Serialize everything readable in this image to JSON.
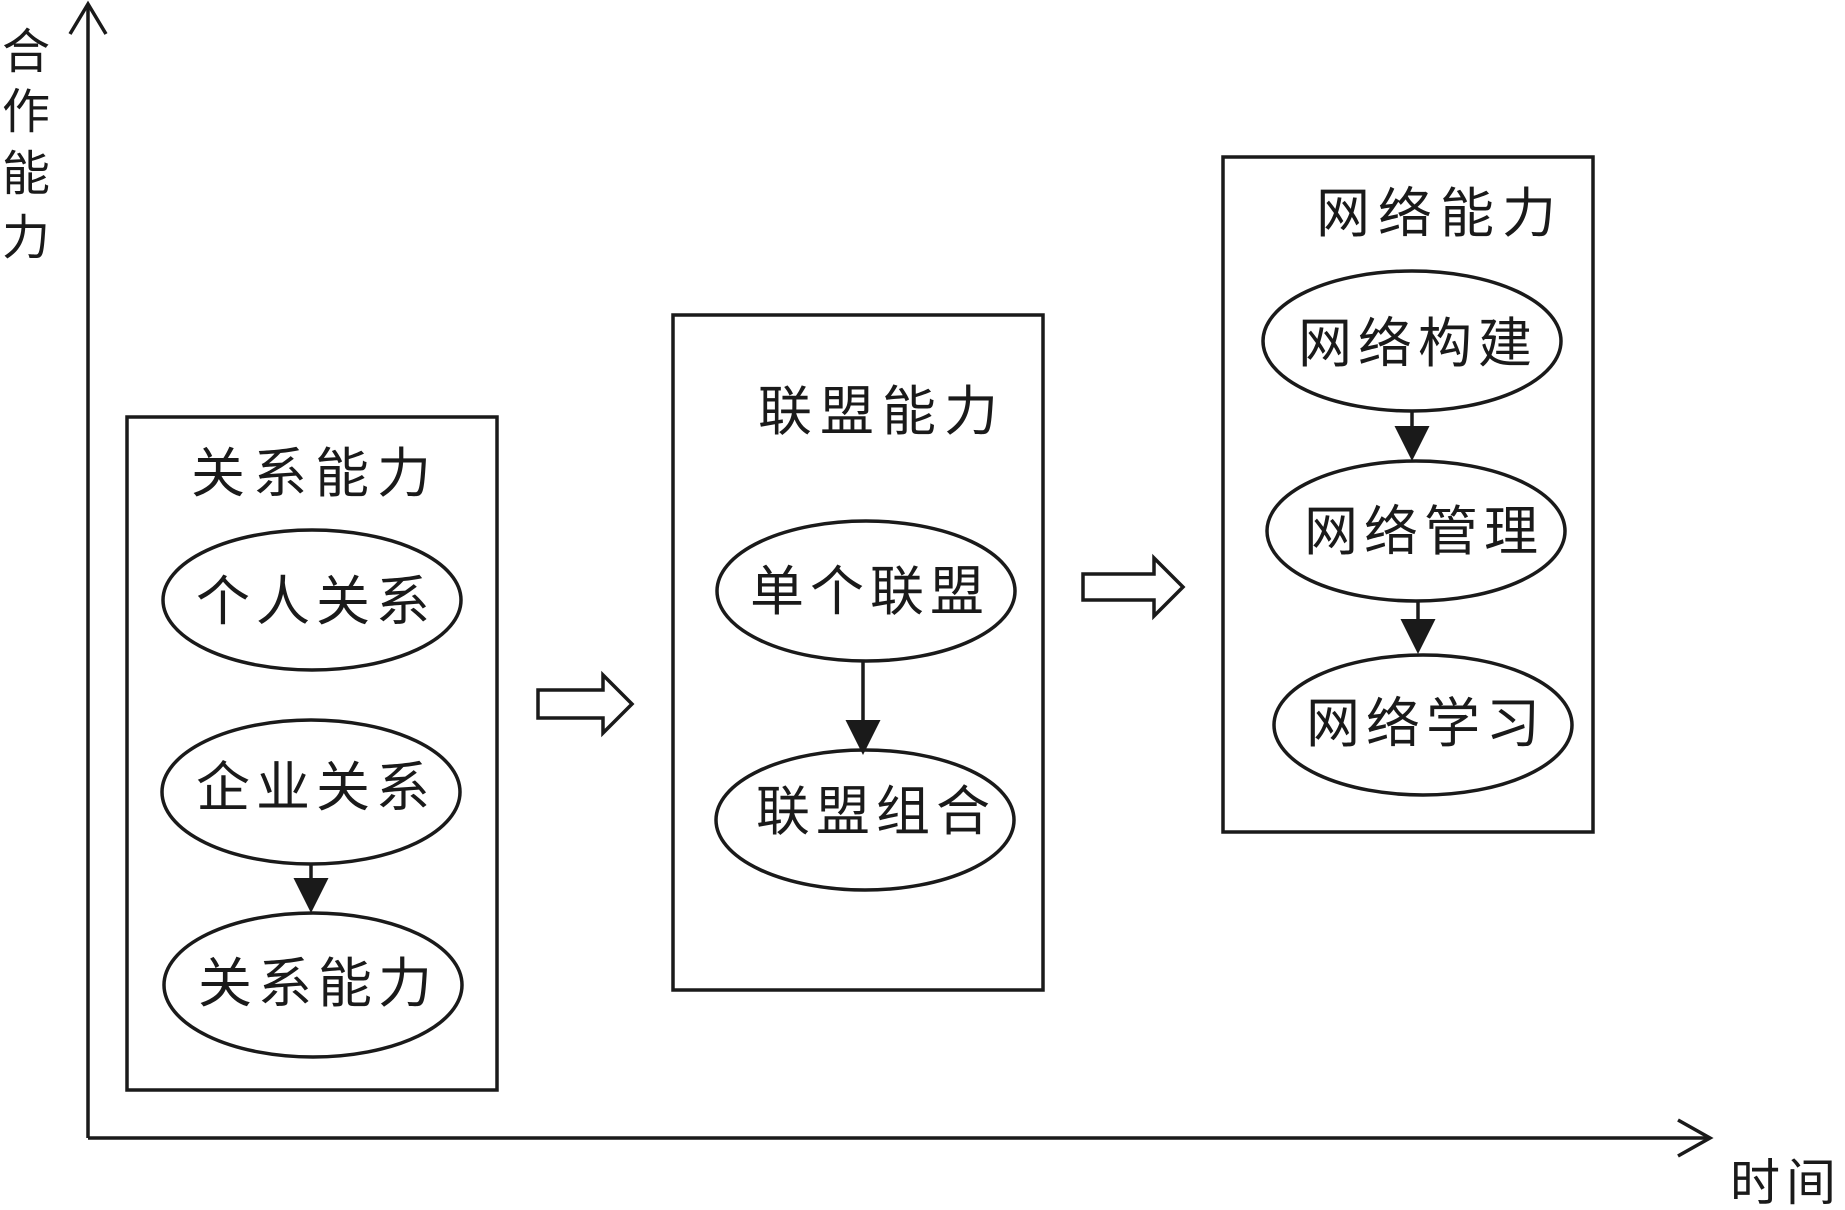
{
  "axes": {
    "y_label": [
      "合",
      "作",
      "能",
      "力"
    ],
    "x_label": "时间"
  },
  "stages": [
    {
      "title": "关系能力",
      "items": [
        "个人关系",
        "企业关系",
        "关系能力"
      ]
    },
    {
      "title": "联盟能力",
      "items": [
        "单个联盟",
        "联盟组合"
      ]
    },
    {
      "title": "网络能力",
      "items": [
        "网络构建",
        "网络管理",
        "网络学习"
      ]
    }
  ]
}
